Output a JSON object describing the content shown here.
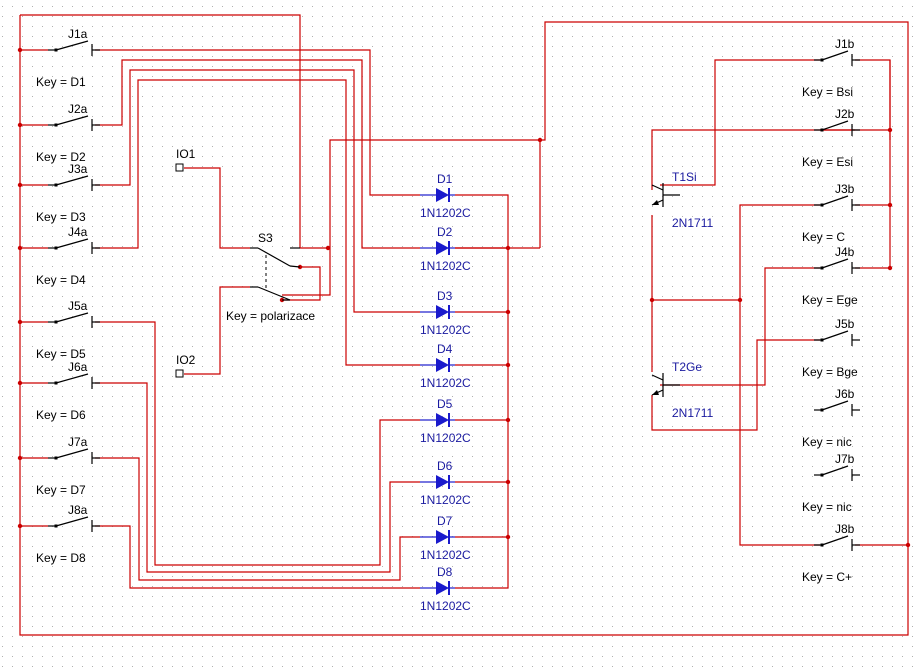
{
  "colors": {
    "wire": "#cc0000",
    "component": "#000000",
    "label_blue": "#1a1aa0",
    "diode": "#1a1acc",
    "grid": "#b0b0b0"
  },
  "switches_left": [
    {
      "name": "J1a",
      "key": "Key = D1"
    },
    {
      "name": "J2a",
      "key": "Key = D2"
    },
    {
      "name": "J3a",
      "key": "Key = D3"
    },
    {
      "name": "J4a",
      "key": "Key = D4"
    },
    {
      "name": "J5a",
      "key": "Key = D5"
    },
    {
      "name": "J6a",
      "key": "Key = D6"
    },
    {
      "name": "J7a",
      "key": "Key = D7"
    },
    {
      "name": "J8a",
      "key": "Key = D8"
    }
  ],
  "switches_right": [
    {
      "name": "J1b",
      "key": "Key = Bsi"
    },
    {
      "name": "J2b",
      "key": "Key = Esi"
    },
    {
      "name": "J3b",
      "key": "Key = C"
    },
    {
      "name": "J4b",
      "key": "Key = Ege"
    },
    {
      "name": "J5b",
      "key": "Key = Bge"
    },
    {
      "name": "J6b",
      "key": "Key = nic"
    },
    {
      "name": "J7b",
      "key": "Key = nic"
    },
    {
      "name": "J8b",
      "key": "Key = C+"
    }
  ],
  "diodes": [
    {
      "name": "D1",
      "model": "1N1202C"
    },
    {
      "name": "D2",
      "model": "1N1202C"
    },
    {
      "name": "D3",
      "model": "1N1202C"
    },
    {
      "name": "D4",
      "model": "1N1202C"
    },
    {
      "name": "D5",
      "model": "1N1202C"
    },
    {
      "name": "D6",
      "model": "1N1202C"
    },
    {
      "name": "D7",
      "model": "1N1202C"
    },
    {
      "name": "D8",
      "model": "1N1202C"
    }
  ],
  "transistors": [
    {
      "name": "T1Si",
      "model": "2N1711"
    },
    {
      "name": "T2Ge",
      "model": "2N1711"
    }
  ],
  "io": [
    {
      "name": "IO1"
    },
    {
      "name": "IO2"
    }
  ],
  "selector": {
    "name": "S3",
    "key": "Key = polarizace"
  }
}
